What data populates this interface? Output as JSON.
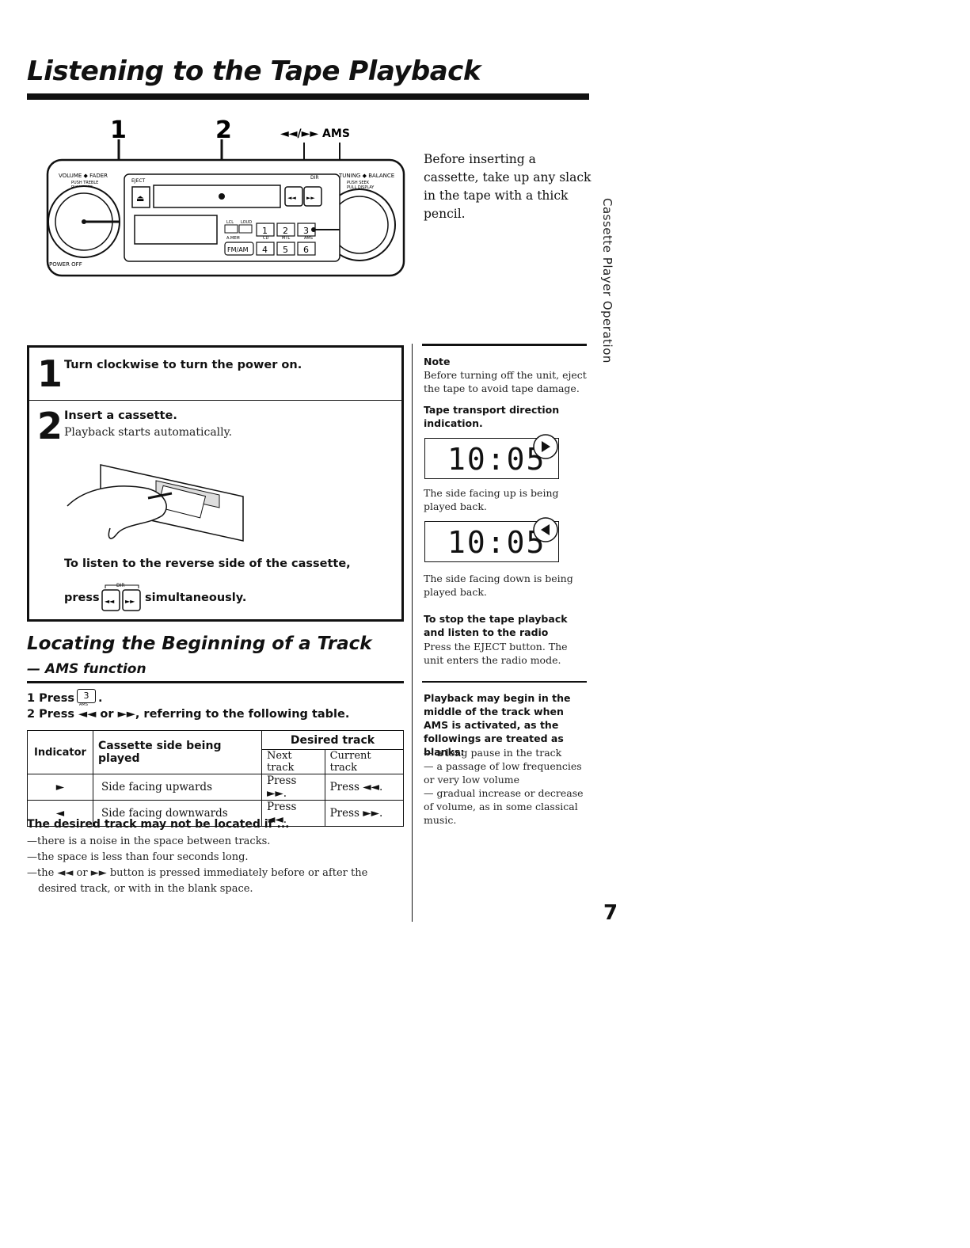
{
  "page": {
    "title": "Listening to the Tape Playback",
    "side_tab": "Cassette Player Operation",
    "page_number": "7"
  },
  "diagram": {
    "callout_1": "1",
    "callout_2": "2",
    "callout_ams": "◄◄/►► AMS",
    "label_volume": "VOLUME ◆ FADER",
    "label_push": "PUSH  TREBLE",
    "label_pull": "PULL  BASS",
    "label_eject": "EJECT",
    "label_dir": "DIR",
    "label_tuning": "TUNING ◆ BALANCE",
    "label_seek": "PUSH  SEEK",
    "label_display": "PULL  DISPLAY",
    "label_power_off": "POWER OFF",
    "label_lcl": "LCL",
    "label_loud": "LOUD",
    "label_amem": "A.MEM",
    "label_cd": "CD",
    "label_mtl": "MTL",
    "label_ams_small": "AMS",
    "label_fmam": "FM/AM",
    "preset_1": "1",
    "preset_2": "2",
    "preset_3": "3",
    "preset_4": "4",
    "preset_5": "5",
    "preset_6": "6",
    "rew": "◄◄",
    "ff": "►►"
  },
  "tip": "Before inserting a cassette, take up any slack in the tape with a thick pencil.",
  "steps": {
    "step1_num": "1",
    "step1_text": "Turn clockwise to turn the power on.",
    "step2_num": "2",
    "step2_text": "Insert a cassette.",
    "step2_sub": "Playback starts automatically.",
    "reverse_text": "To listen to the reverse side of the cassette,",
    "press_word": "press",
    "simul_word": "simultaneously.",
    "dir_label": "DIR"
  },
  "right_col": {
    "note_head": "Note",
    "note_text": "Before turning off the unit, eject the tape to avoid tape damage.",
    "dir_head": "Tape transport direction indication.",
    "lcd_value": "10:05",
    "lcd_up_caption": "The side facing up is being played back.",
    "lcd_down_caption": "The side facing down is being played back.",
    "stop_head": "To stop the tape playback and listen to the radio",
    "stop_text": "Press the EJECT button. The unit enters the radio mode.",
    "ams_head": "Playback may begin in the middle of the track when AMS is activated, as the followings are treated as blanks:",
    "ams_items": [
      "— a long pause in the track",
      "— a passage of low frequencies or very low volume",
      "— gradual increase or decrease of volume, as in some classical music."
    ]
  },
  "section2": {
    "title": "Locating the Beginning of a Track",
    "subtitle": "— AMS function",
    "press1_prefix": "1 Press",
    "press1_key": "3",
    "press1_key_sub": "AMS",
    "press2": "2 Press ◄◄ or ►►, referring to the following table.",
    "table": {
      "h_indicator": "Indicator",
      "h_side": "Cassette side being played",
      "h_desired": "Desired track",
      "h_next": "Next track",
      "h_current": "Current track",
      "rows": [
        {
          "indicator": "►",
          "side": "Side facing upwards",
          "next": "Press ►►.",
          "current": "Press ◄◄."
        },
        {
          "indicator": "◄",
          "side": "Side facing downwards",
          "next": "Press ◄◄.",
          "current": "Press ►►."
        }
      ]
    },
    "cause_head": "The desired track may not be located if ...",
    "causes": [
      "—there is a noise in the space between tracks.",
      "—the space is less than four seconds long.",
      "—the ◄◄ or ►► button is pressed immediately before or after the",
      "desired track, or with in the blank space."
    ]
  }
}
